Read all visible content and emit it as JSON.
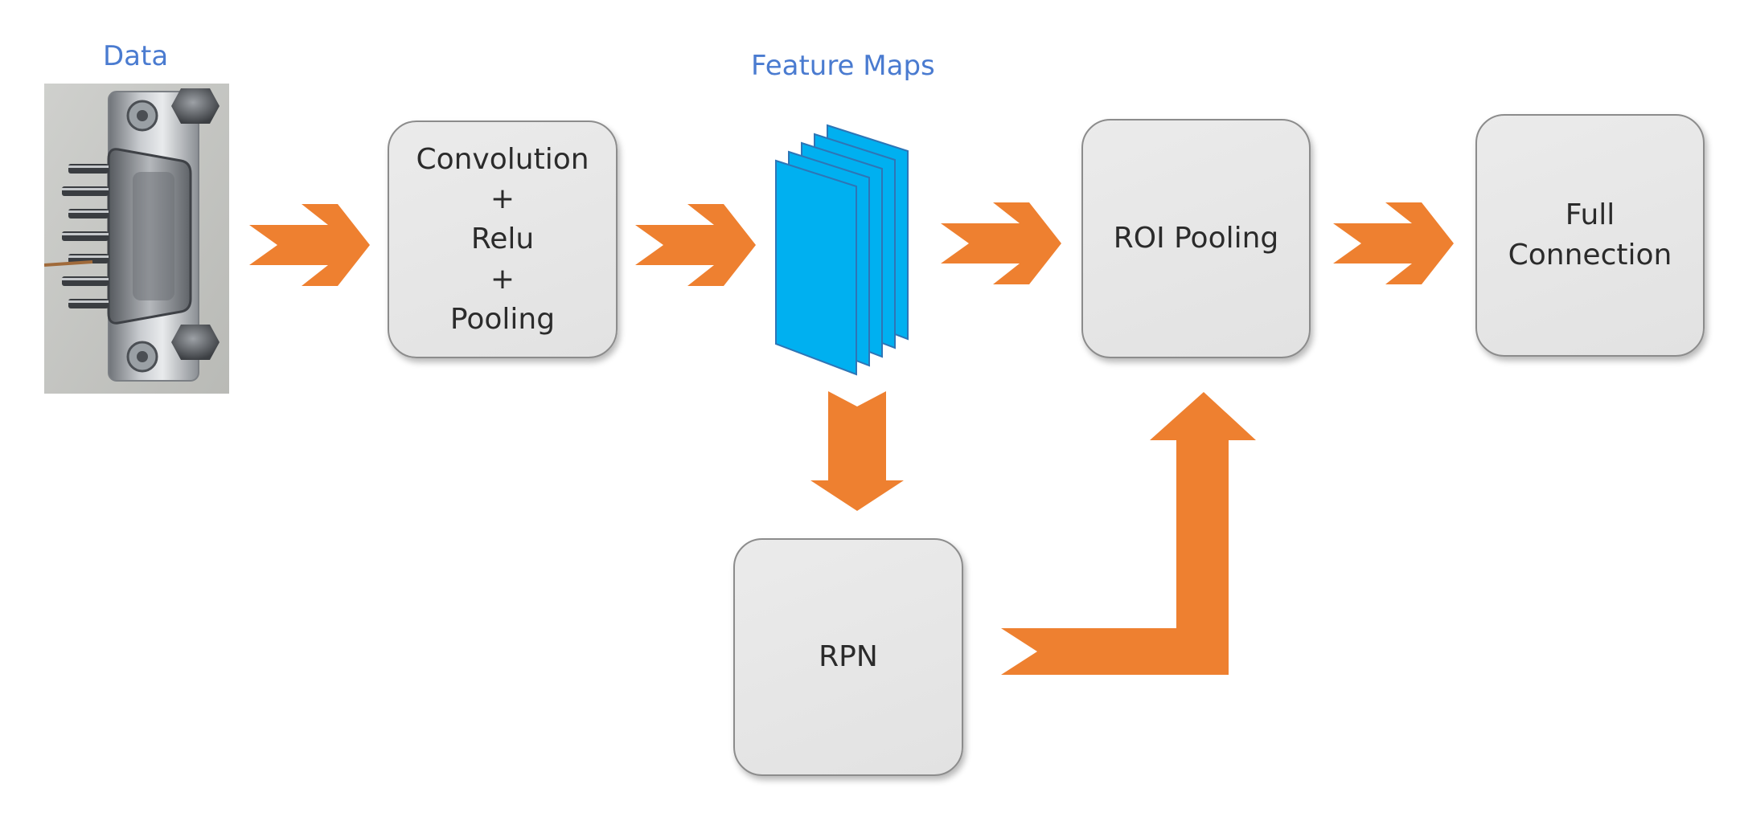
{
  "labels": {
    "data": "Data",
    "feature_maps": "Feature Maps"
  },
  "nodes": {
    "conv": [
      "Convolution",
      "+",
      "Relu",
      "+",
      "Pooling"
    ],
    "roi": [
      "ROI Pooling"
    ],
    "fc": [
      "Full",
      "Connection"
    ],
    "rpn": [
      "RPN"
    ]
  },
  "colors": {
    "arrow": "#ee8030",
    "feature_map_fill": "#00b0f0",
    "feature_map_edge": "#2e75b6",
    "label_blue": "#4a7bd0",
    "node_fill": "#e6e6e6",
    "node_border": "#8c8c8c"
  },
  "icons": {
    "data_image": "db9-connector-photo"
  }
}
